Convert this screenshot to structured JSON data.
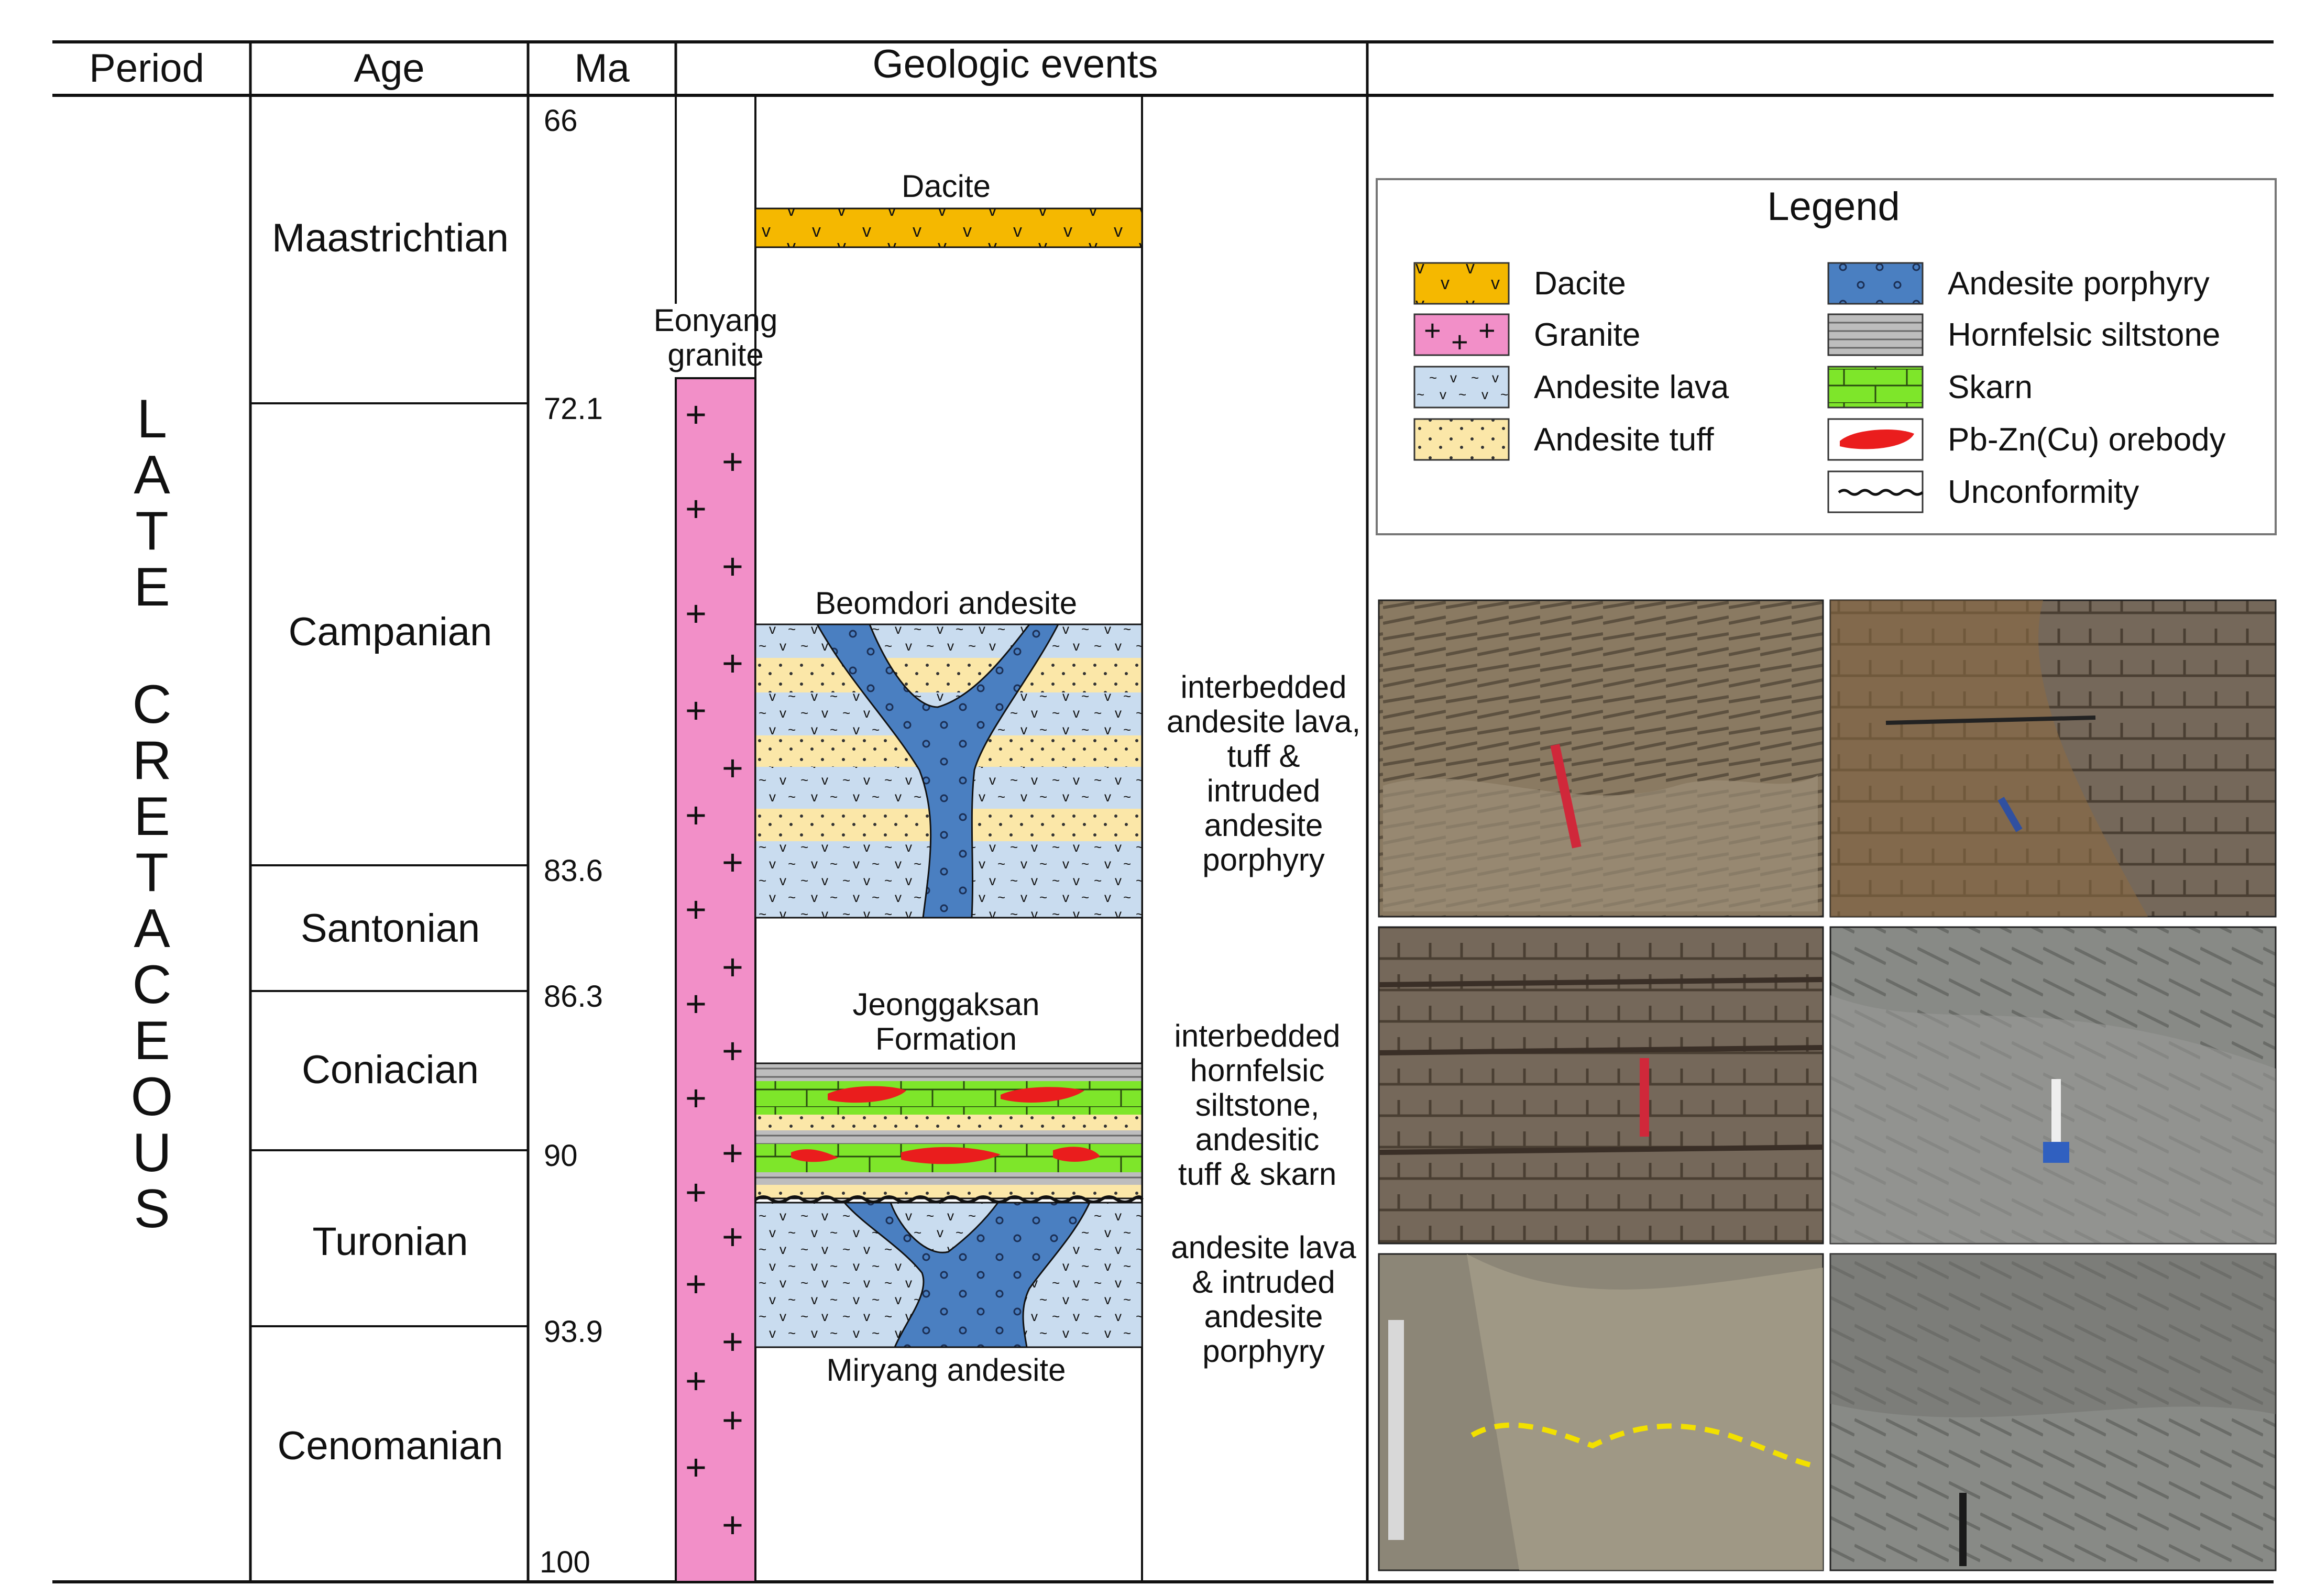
{
  "header": {
    "period": "Period",
    "age": "Age",
    "ma": "Ma",
    "events": "Geologic events"
  },
  "period": {
    "letters": [
      "L",
      "A",
      "T",
      "E",
      "",
      "C",
      "R",
      "E",
      "T",
      "A",
      "C",
      "E",
      "O",
      "U",
      "S"
    ]
  },
  "ages": [
    "Maastrichtian",
    "Campanian",
    "Santonian",
    "Coniacian",
    "Turonian",
    "Cenomanian"
  ],
  "ma_ticks": [
    "66",
    "72.1",
    "83.6",
    "86.3",
    "90",
    "93.9",
    "100"
  ],
  "units": {
    "dacite": "Dacite",
    "granite": "Eonyang granite",
    "beomdori": "Beomdori andesite",
    "jeonggaksan": "Jeonggaksan Formation",
    "miryang": "Miryang andesite"
  },
  "descriptions": {
    "campanian": [
      "interbedded",
      "andesite lava,",
      "tuff &",
      "intruded",
      "andesite",
      "porphyry"
    ],
    "coniacian": [
      "interbedded",
      "hornfelsic",
      "siltstone,",
      "andesitic",
      "tuff & skarn"
    ],
    "turonian": [
      "andesite lava",
      "& intruded",
      "andesite",
      "porphyry"
    ]
  },
  "legend": {
    "title": "Legend",
    "items": [
      "Dacite",
      "Granite",
      "Andesite lava",
      "Andesite tuff",
      "Andesite porphyry",
      "Hornfelsic siltstone",
      "Skarn",
      "Pb-Zn(Cu) orebody",
      "Unconformity"
    ]
  },
  "colors": {
    "dacite": "#f5b800",
    "granite": "#f28fc8",
    "andesite_lava": "#c9dcef",
    "andesite_tuff": "#fbe7a8",
    "porphyry": "#4a7fc1",
    "siltstone": "#bdbdbd",
    "skarn": "#7ee62a",
    "orebody": "#ea1d1d",
    "unconformity": "#111111"
  },
  "photos": [
    "outcrop-photo-1",
    "outcrop-photo-2",
    "outcrop-photo-3",
    "outcrop-photo-4",
    "outcrop-photo-5",
    "outcrop-photo-6"
  ]
}
